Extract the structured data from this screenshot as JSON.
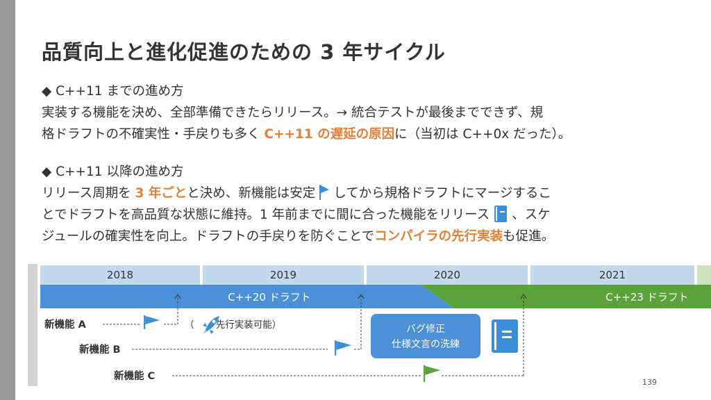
{
  "title": "品質向上と進化促進のための 3 年サイクル",
  "section1": {
    "heading": "◆ C++11 までの進め方",
    "line1": "実装する機能を決め、全部準備できたらリリース。→ 統合テストが最後までできず、規",
    "line2_a": "格ドラフトの不確実性・手戻りも多く ",
    "line2_hl": "C++11 の遅延の原因",
    "line2_b": "に（当初は C++0x だった）。"
  },
  "section2": {
    "heading": "◆ C++11 以降の進め方",
    "line1_a": "リリース周期を ",
    "line1_hl": "3 年ごと",
    "line1_b": "と決め、新機能は安定",
    "line1_c": "してから規格ドラフトにマージするこ",
    "line2_a": "とでドラフトを高品質な状態に維持。1 年前までに間に合った機能をリリース",
    "line2_b": "、スケ",
    "line3_a": "ジュールの確実性を向上。ドラフトの手戻りを防ぐことで",
    "line3_hl": "コンパイラの先行実装",
    "line3_b": "も促進。"
  },
  "timeline": {
    "years": [
      "2018",
      "2019",
      "2020",
      "2021"
    ],
    "draft_cpp20": "C++20 ドラフト",
    "draft_cpp23": "C++23 ドラフト",
    "feature_a": "新機能 A",
    "feature_b": "新機能 B",
    "feature_c": "新機能 C",
    "early_impl": "（　　 先行実装可能）",
    "bugfix_line1": "バグ修正",
    "bugfix_line2": "仕様文言の洗練"
  },
  "colors": {
    "accent": "#e0803a",
    "flag": "#3b8ed8",
    "draft_blue": "#4b8fd6",
    "draft_green": "#5aa33a",
    "year_blue": "#c5d9ee",
    "year_green": "#cde3c0",
    "bugfix_box": "#4b8fd6"
  },
  "page_number": "139"
}
